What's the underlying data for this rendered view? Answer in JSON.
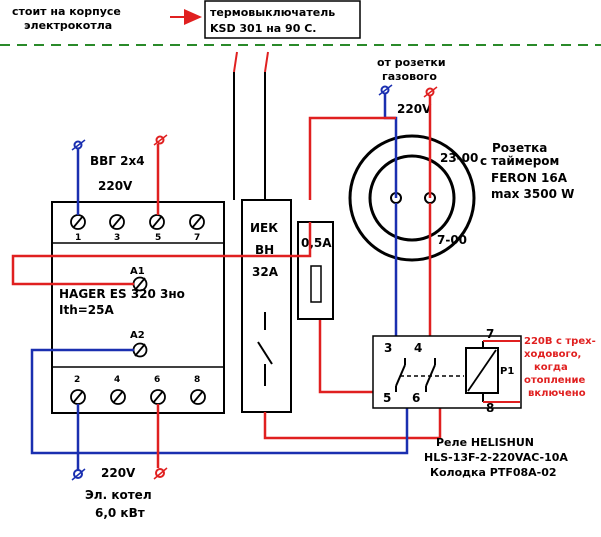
{
  "labels": {
    "housing_note_1": "стоит на корпусе",
    "housing_note_2": "электрокотла",
    "thermostat_1": "термовыключатель",
    "thermostat_2": "KSD 301 на 90 С.",
    "gas_socket_1": "от розетки",
    "gas_socket_2": "газового",
    "voltage_top": "220V",
    "cable_1": "ВВГ 2х4",
    "cable_2": "220V",
    "socket_1": "Розетка",
    "socket_2": "с таймером",
    "socket_3": "FERON  16A",
    "socket_4": "max 3500 W",
    "timer_start": "23-00",
    "timer_end": "7-00",
    "contactor_1": "HAGER  ES 320 3но",
    "contactor_2": "Ith=25A",
    "breaker_1": "ИЕК",
    "breaker_2": "ВН",
    "breaker_3": "32A",
    "fuse": "0,5A",
    "relay_coil": "P1",
    "note_red_1": "220В с трех-",
    "note_red_2": "ходового,",
    "note_red_3": "когда",
    "note_red_4": "отопление",
    "note_red_5": "включено",
    "relay_1": "Реле HELISHUN",
    "relay_2": "HLS-13F-2-220VAC-10A",
    "relay_3": "Колодка PTF08A-02",
    "voltage_bottom": "220V",
    "boiler_1": "Эл. котел",
    "boiler_2": "6,0 кВт"
  },
  "terminals": {
    "t1": "1",
    "t3": "3",
    "t5": "5",
    "t7": "7",
    "t2": "2",
    "t4": "4",
    "t6": "6",
    "t8": "8",
    "a1": "A1",
    "a2": "A2",
    "r3": "3",
    "r4": "4",
    "r5": "5",
    "r6": "6",
    "r7": "7",
    "r8": "8"
  },
  "colors": {
    "red": "#e02020",
    "blue": "#1a2fb0",
    "black": "#000000",
    "green": "#2a8a2a"
  }
}
